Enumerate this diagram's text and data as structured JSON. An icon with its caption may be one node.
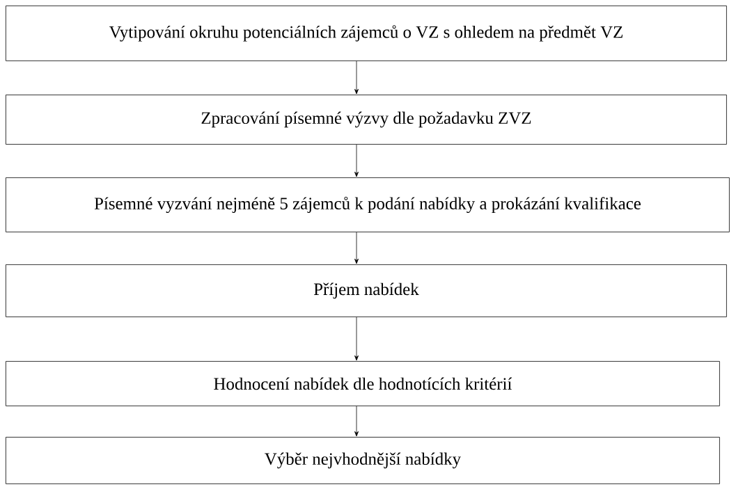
{
  "diagram": {
    "nodes": [
      {
        "text": [
          "Vytipování okruhu potenciálních zájemců o VZ s ohledem na předmět VZ"
        ]
      },
      {
        "text": [
          "Zpracování písemné výzvy dle požadavku ZVZ"
        ]
      },
      {
        "text": [
          "Písemné vyzvání nejméně 5 zájemců k podání nabídky a prokázání kvalifikace"
        ]
      },
      {
        "text": [
          "Příjem nabídek"
        ]
      },
      {
        "text": [
          "Hodnocení nabídek dle hodnotících kritérií"
        ]
      },
      {
        "text": [
          "Výběr nejvhodnější nabídky"
        ]
      }
    ],
    "edges": [
      {
        "from": 0,
        "to": 1,
        "arrow": "to"
      },
      {
        "from": 1,
        "to": 2,
        "arrow": "to"
      },
      {
        "from": 2,
        "to": 3,
        "arrow": "to"
      },
      {
        "from": 3,
        "to": 4,
        "arrow": "to"
      },
      {
        "from": 4,
        "to": 5,
        "arrow": "to"
      }
    ]
  }
}
